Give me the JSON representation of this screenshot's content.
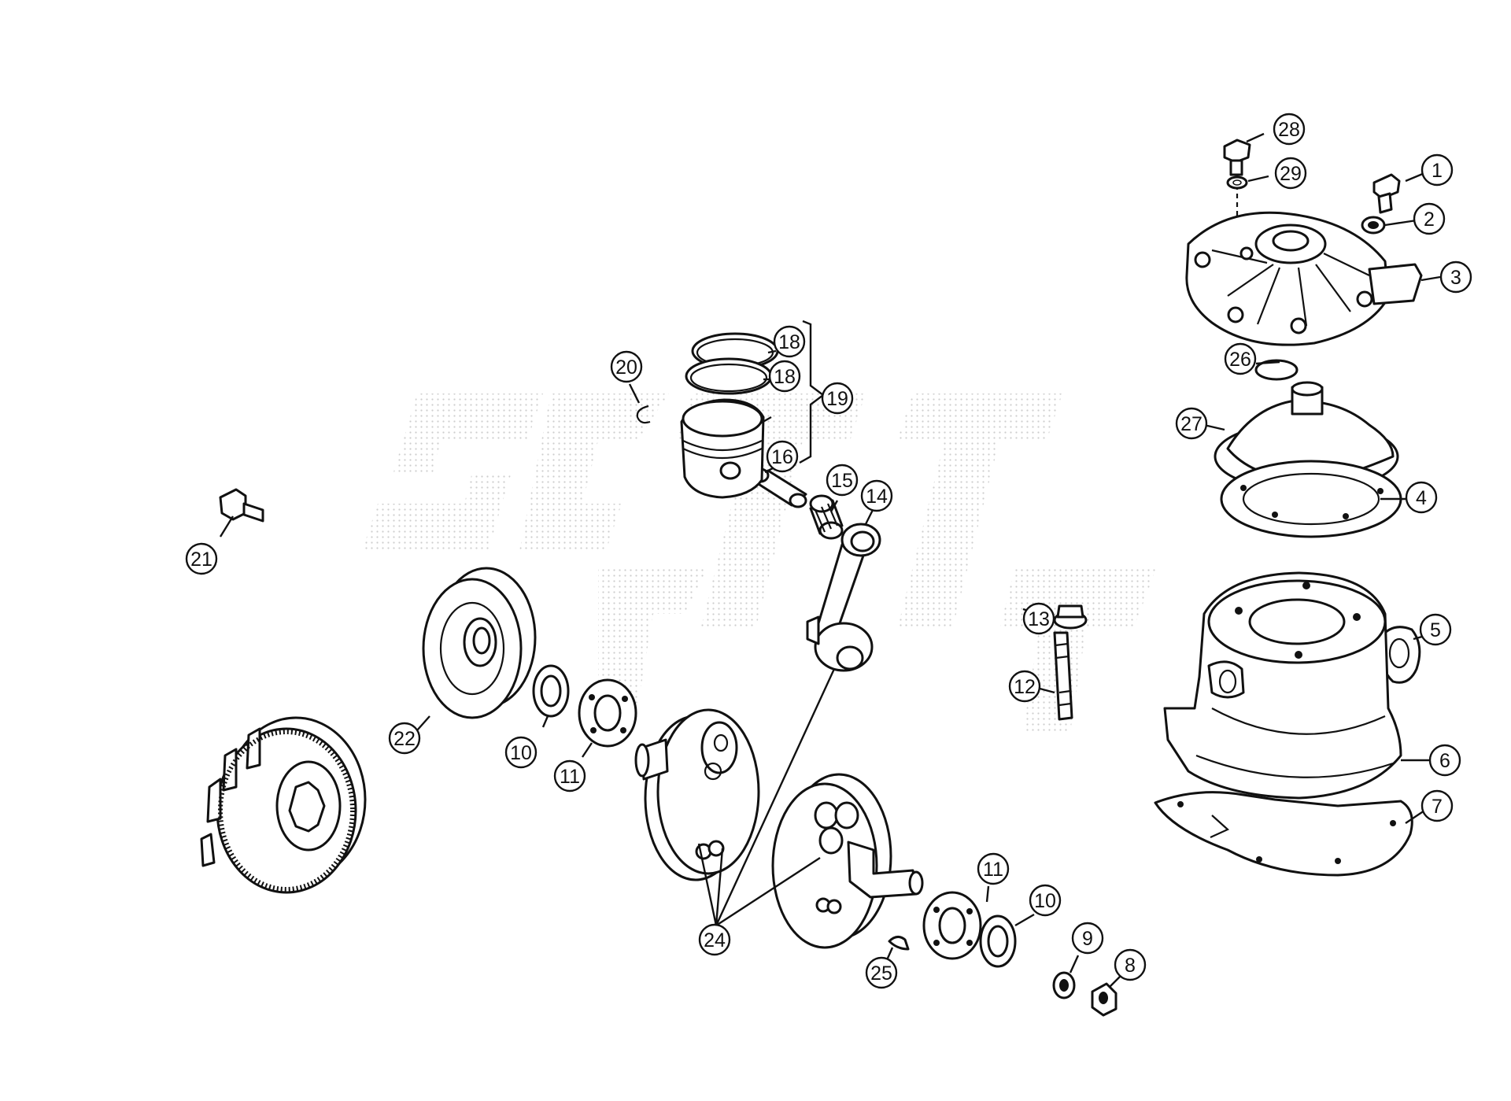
{
  "callouts": [
    {
      "id": "1",
      "label": "1"
    },
    {
      "id": "2",
      "label": "2"
    },
    {
      "id": "3",
      "label": "3"
    },
    {
      "id": "4",
      "label": "4"
    },
    {
      "id": "5",
      "label": "5"
    },
    {
      "id": "6",
      "label": "6"
    },
    {
      "id": "7",
      "label": "7"
    },
    {
      "id": "8",
      "label": "8"
    },
    {
      "id": "9",
      "label": "9"
    },
    {
      "id": "10a",
      "label": "10"
    },
    {
      "id": "10b",
      "label": "10"
    },
    {
      "id": "11a",
      "label": "11"
    },
    {
      "id": "11b",
      "label": "11"
    },
    {
      "id": "12",
      "label": "12"
    },
    {
      "id": "13",
      "label": "13"
    },
    {
      "id": "14",
      "label": "14"
    },
    {
      "id": "15",
      "label": "15"
    },
    {
      "id": "16",
      "label": "16"
    },
    {
      "id": "18a",
      "label": "18"
    },
    {
      "id": "18b",
      "label": "18"
    },
    {
      "id": "19",
      "label": "19"
    },
    {
      "id": "20",
      "label": "20"
    },
    {
      "id": "21",
      "label": "21"
    },
    {
      "id": "22",
      "label": "22"
    },
    {
      "id": "24",
      "label": "24"
    },
    {
      "id": "25",
      "label": "25"
    },
    {
      "id": "26",
      "label": "26"
    },
    {
      "id": "27",
      "label": "27"
    },
    {
      "id": "28",
      "label": "28"
    },
    {
      "id": "29",
      "label": "29"
    }
  ],
  "colors": {
    "line": "#111111",
    "background": "#ffffff",
    "watermark_dots": "#c8c8c8"
  },
  "watermark_logo": "SMT"
}
